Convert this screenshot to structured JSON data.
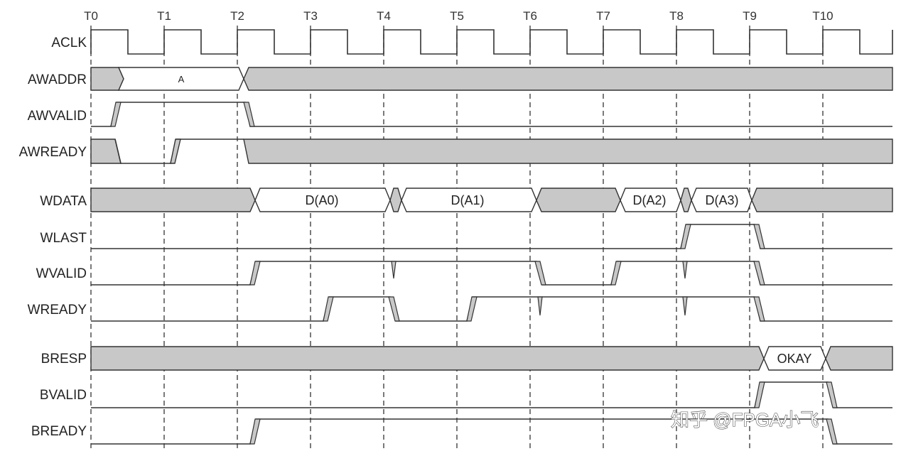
{
  "clock_ticks": [
    "T0",
    "T1",
    "T2",
    "T3",
    "T4",
    "T5",
    "T6",
    "T7",
    "T8",
    "T9",
    "T10"
  ],
  "signals": {
    "aclk": "ACLK",
    "awaddr": "AWADDR",
    "awvalid": "AWVALID",
    "awready": "AWREADY",
    "wdata": "WDATA",
    "wlast": "WLAST",
    "wvalid": "WVALID",
    "wready": "WREADY",
    "bresp": "BRESP",
    "bvalid": "BVALID",
    "bready": "BREADY"
  },
  "values": {
    "awaddr": "A",
    "wdata": [
      "D(A0)",
      "D(A1)",
      "D(A2)",
      "D(A3)"
    ],
    "bresp": "OKAY"
  },
  "watermark": "知乎 @FPGA小飞",
  "colors": {
    "line": "#333333",
    "invalid_fill": "#c8c8c8",
    "valid_fill": "#ffffff",
    "grid": "#333333"
  }
}
